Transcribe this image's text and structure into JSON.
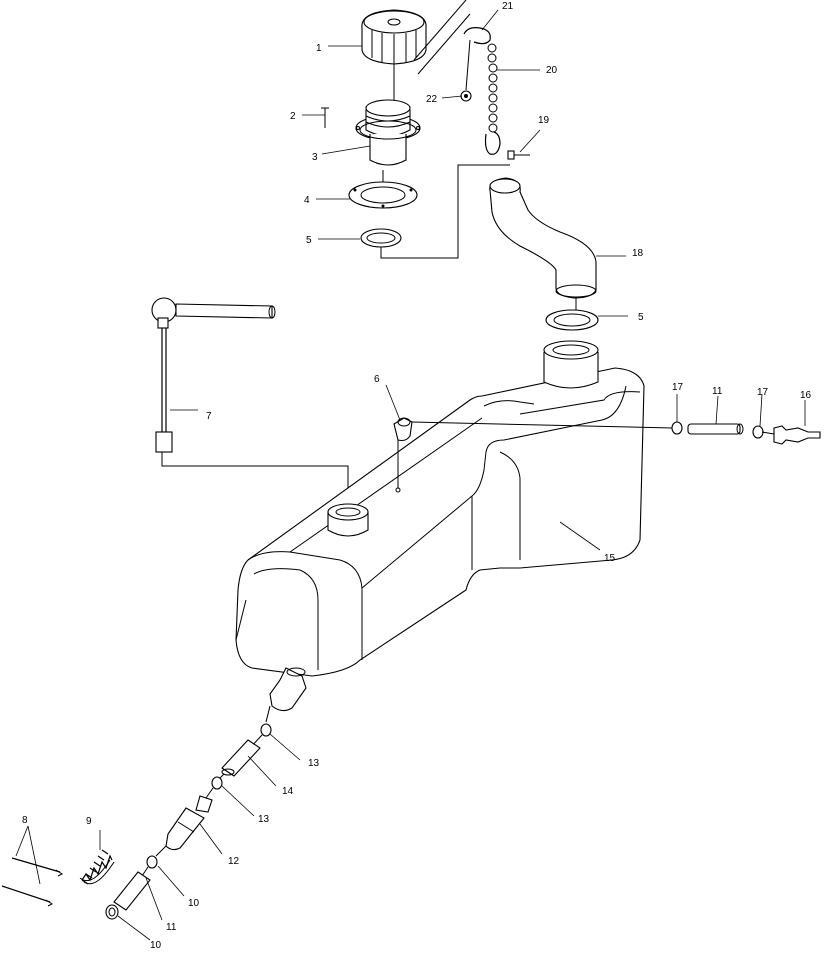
{
  "callouts": [
    {
      "id": "c1",
      "text": "1"
    },
    {
      "id": "c2",
      "text": "2"
    },
    {
      "id": "c3",
      "text": "3"
    },
    {
      "id": "c4",
      "text": "4"
    },
    {
      "id": "c5a",
      "text": "5"
    },
    {
      "id": "c5b",
      "text": "5"
    },
    {
      "id": "c6",
      "text": "6"
    },
    {
      "id": "c7",
      "text": "7"
    },
    {
      "id": "c8",
      "text": "8"
    },
    {
      "id": "c9",
      "text": "9"
    },
    {
      "id": "c10a",
      "text": "10"
    },
    {
      "id": "c10b",
      "text": "10"
    },
    {
      "id": "c11a",
      "text": "11"
    },
    {
      "id": "c11b",
      "text": "11"
    },
    {
      "id": "c12",
      "text": "12"
    },
    {
      "id": "c13a",
      "text": "13"
    },
    {
      "id": "c13b",
      "text": "13"
    },
    {
      "id": "c14",
      "text": "14"
    },
    {
      "id": "c15",
      "text": "15"
    },
    {
      "id": "c16",
      "text": "16"
    },
    {
      "id": "c17a",
      "text": "17"
    },
    {
      "id": "c17b",
      "text": "17"
    },
    {
      "id": "c18",
      "text": "18"
    },
    {
      "id": "c19",
      "text": "19"
    },
    {
      "id": "c20",
      "text": "20"
    },
    {
      "id": "c21",
      "text": "21"
    },
    {
      "id": "c22",
      "text": "22"
    }
  ]
}
